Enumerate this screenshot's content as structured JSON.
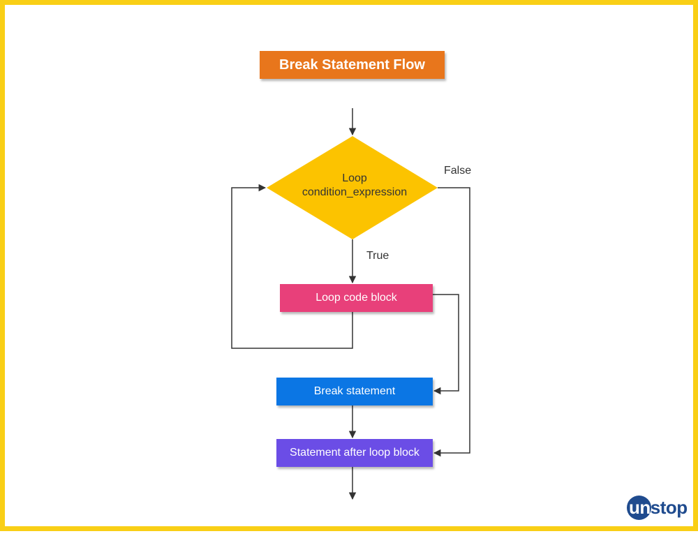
{
  "title": "Break Statement Flow",
  "decision": {
    "line1": "Loop",
    "line2": "condition_expression"
  },
  "labels": {
    "false": "False",
    "true": "True"
  },
  "nodes": {
    "loop_code_block": "Loop code block",
    "break_statement": "Break statement",
    "statement_after_loop": "Statement after loop block"
  },
  "logo": {
    "first": "un",
    "rest": "stop"
  },
  "colors": {
    "border": "#f9cf16",
    "title": "#e8761c",
    "decision": "#fcc300",
    "loop_code_block": "#e8407a",
    "break_statement": "#0b76e4",
    "statement_after_loop": "#6b4de6",
    "connector": "#333333",
    "logo": "#1f4b8e"
  }
}
